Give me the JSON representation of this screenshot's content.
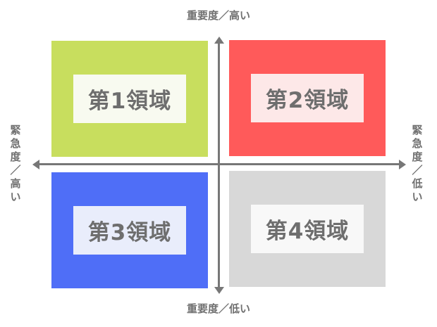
{
  "axes": {
    "top": "重要度／高い",
    "bottom": "重要度／低い",
    "left": [
      "緊",
      "急",
      "度",
      "／",
      "高",
      "い"
    ],
    "right": [
      "緊",
      "急",
      "度",
      "／",
      "低",
      "い"
    ]
  },
  "quadrants": [
    {
      "label": "第1領域",
      "color": "#c8de5e",
      "label_bg": "#f8faf0"
    },
    {
      "label": "第2領域",
      "color": "#ff5a5a",
      "label_bg": "#fde8e8"
    },
    {
      "label": "第3領域",
      "color": "#4f6ef7",
      "label_bg": "#e9edfb"
    },
    {
      "label": "第4領域",
      "color": "#d8d8d8",
      "label_bg": "#f8f8f8"
    }
  ],
  "axis_color": "#777777",
  "text_color": "#6e6e6e"
}
